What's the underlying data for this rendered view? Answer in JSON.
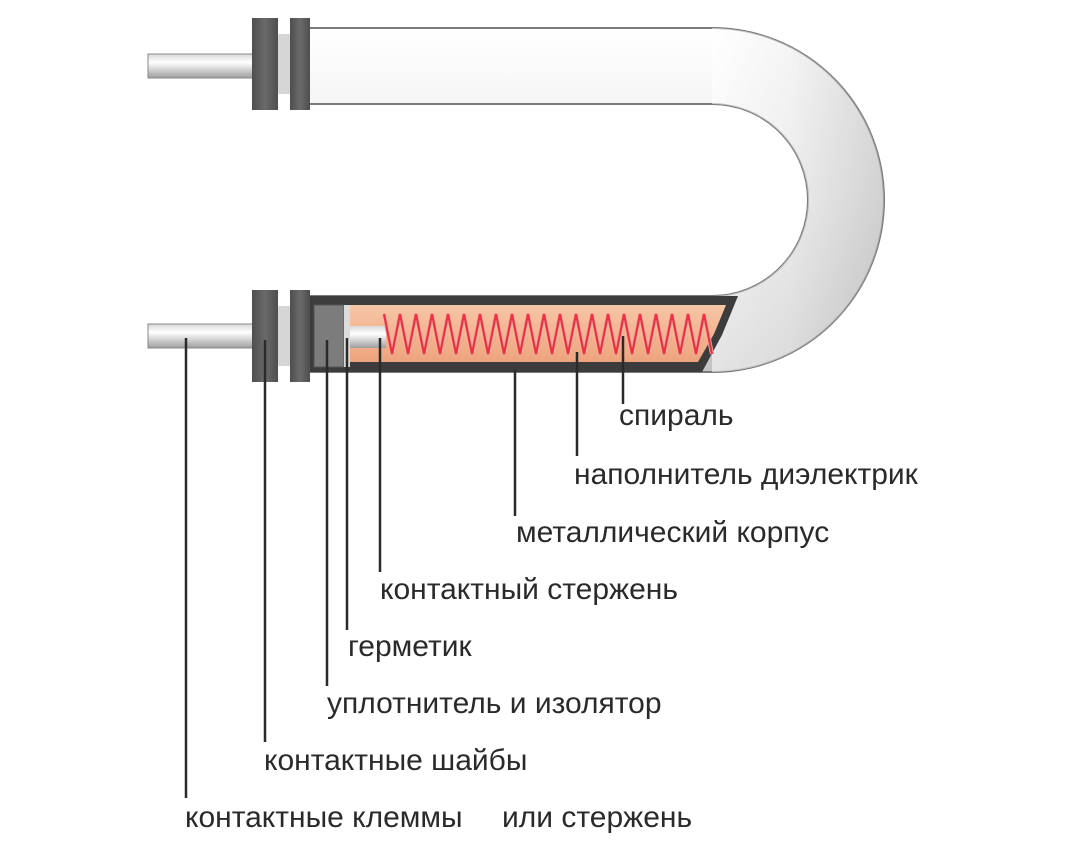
{
  "labels": {
    "spiral": "спираль",
    "filler": "наполнитель диэлектрик",
    "body": "металлический корпус",
    "contact_rod": "контактный стержень",
    "sealant": "герметик",
    "seal_insulator": "уплотнитель и изолятор",
    "washers": "контактные шайбы",
    "terminals": "контактные клеммы",
    "terminals_alt": "или стержень"
  },
  "colors": {
    "tube_light": "#f4f4f4",
    "tube_dark": "#b5b5b5",
    "washer": "#5f5f60",
    "filler": "#f2b48f",
    "coil": "#e8333a",
    "leader": "#2a2a2a",
    "text": "#2a2a2a"
  }
}
